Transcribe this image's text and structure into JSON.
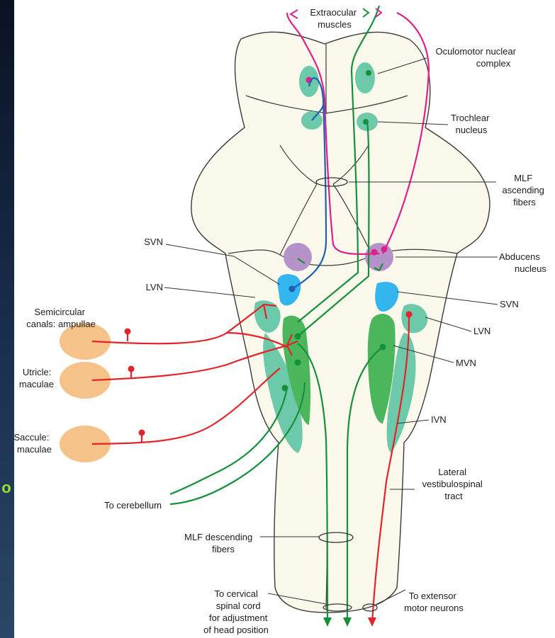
{
  "labels": {
    "extraocular": [
      "Extraocular",
      "muscles"
    ],
    "oculomotor": [
      "Oculomotor nuclear",
      "complex"
    ],
    "trochlear": [
      "Trochlear",
      "nucleus"
    ],
    "mlf_asc": [
      "MLF",
      "ascending",
      "fibers"
    ],
    "abducens": [
      "Abducens",
      "nucleus"
    ],
    "svn_left": "SVN",
    "lvn_left": "LVN",
    "svn_right": "SVN",
    "lvn_right": "LVN",
    "mvn": "MVN",
    "ivn": "IVN",
    "semicircular": [
      "Semicircular",
      "canals: ampullae"
    ],
    "utricle": [
      "Utricle:",
      "maculae"
    ],
    "saccule": [
      "Saccule:",
      "maculae"
    ],
    "cerebellum": "To cerebellum",
    "lateral_vst": [
      "Lateral",
      "vestibulospinal",
      "tract"
    ],
    "mlf_desc": [
      "MLF descending",
      "fibers"
    ],
    "cervical": [
      "To cervical",
      "spinal cord",
      "for adjustment",
      "of head position"
    ],
    "extensor": [
      "To extensor",
      "motor neurons"
    ]
  },
  "side_glyph": "o",
  "colors": {
    "slide_bg": "#15263f",
    "brainstem": "#fbf8ec",
    "nucleus_teal": "#6cc9a9",
    "nucleus_green": "#4cb65d",
    "svn_blue": "#33b5f0",
    "abducens_purple": "#b592c8",
    "organ_orange": "#f5c389",
    "pathway_red": "#e3252b",
    "pathway_green": "#14913a",
    "pathway_magenta": "#e0208a",
    "pathway_blue": "#1f5fb5",
    "side_glyph": "#9be02b"
  }
}
